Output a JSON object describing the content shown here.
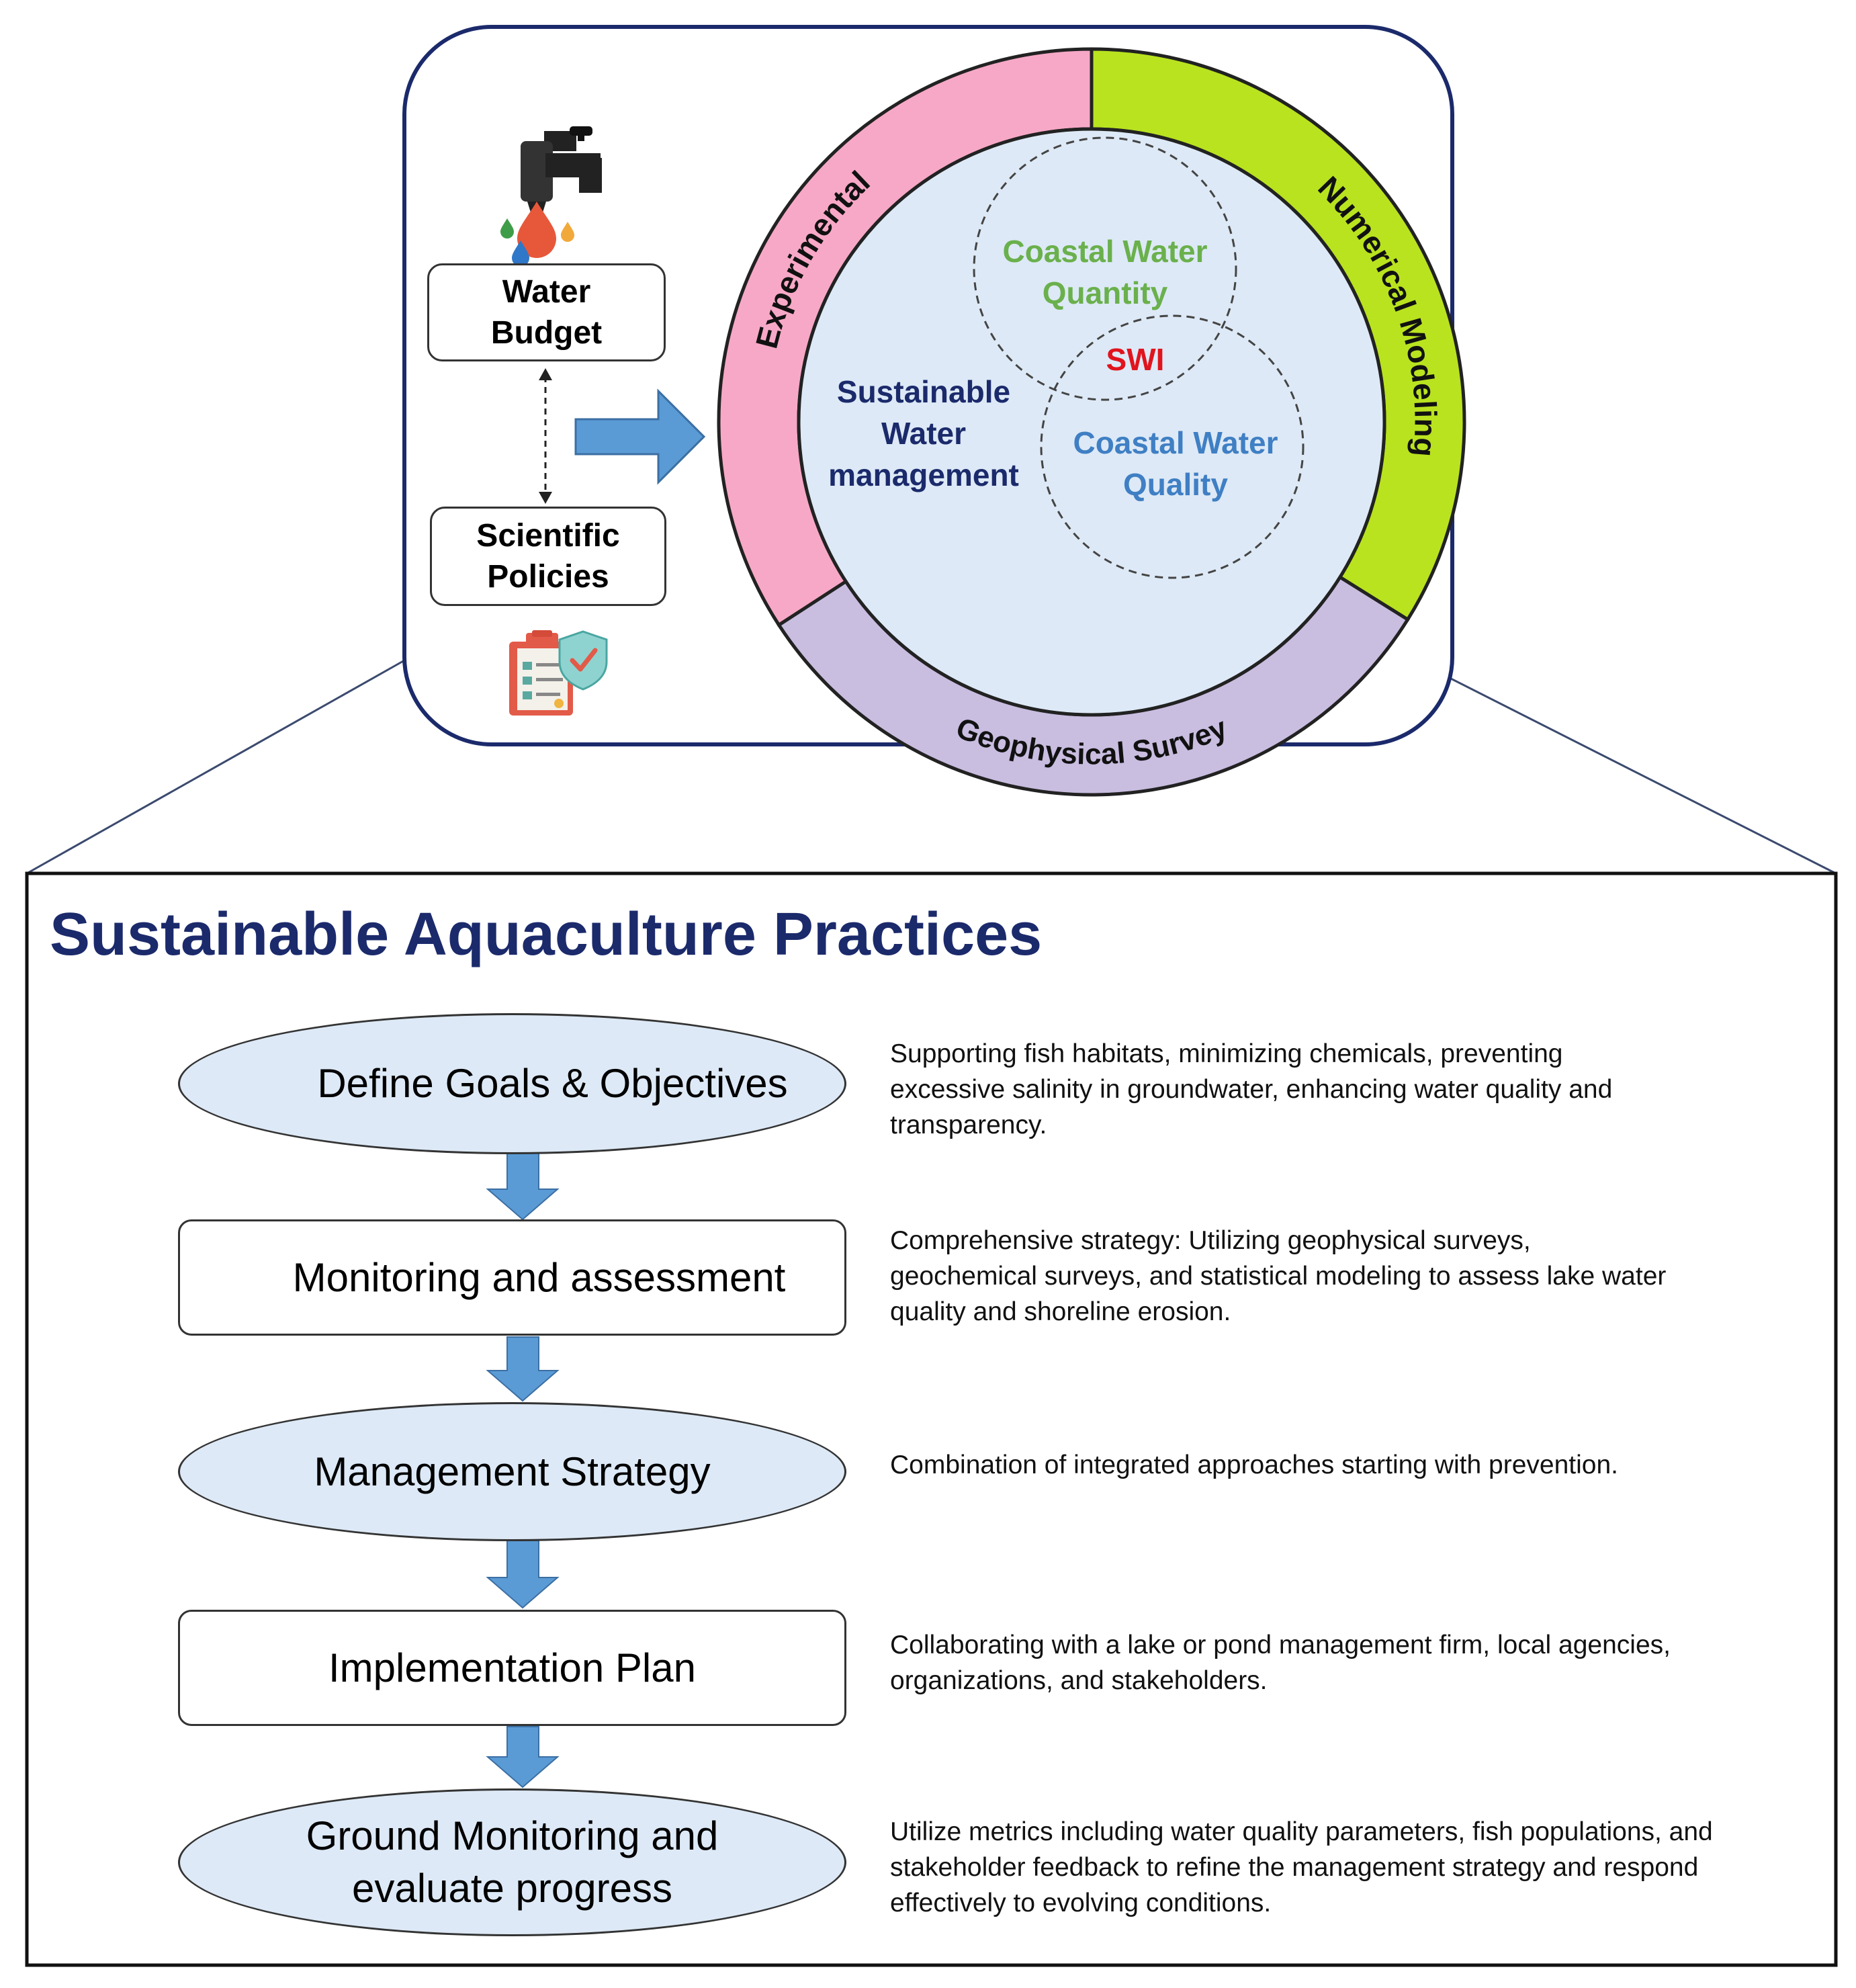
{
  "top_panel": {
    "water_budget": "Water\nBudget",
    "scientific_policies": "Scientific\nPolicies",
    "ring_labels": {
      "experimental": "Experimental",
      "numerical_modeling": "Numerical Modeling",
      "geophysical_survey": "Geophysical Survey"
    },
    "center": {
      "sustainable": "Sustainable\nWater\nmanagement",
      "quantity": "Coastal Water\nQuantity",
      "swi": "SWI",
      "quality": "Coastal Water\nQuality"
    },
    "colors": {
      "experimental": "#f7a8c6",
      "numerical": "#b9e31f",
      "geophysical": "#c9bde0",
      "inner": "#dde9f6",
      "frame": "#1b2a6b",
      "quantity_text": "#6ab04c",
      "quality_text": "#3f7fc4",
      "swi_text": "#e0141e",
      "arrow": "#5b9bd5"
    }
  },
  "bottom_panel": {
    "title": "Sustainable Aquaculture Practices",
    "steps": [
      {
        "label": "Define Goals & Objectives",
        "shape": "oval",
        "desc": "Supporting fish habitats, minimizing chemicals, preventing excessive salinity in groundwater, enhancing water quality and transparency."
      },
      {
        "label": "Monitoring and assessment",
        "shape": "rect",
        "desc": "Comprehensive strategy: Utilizing geophysical surveys, geochemical surveys, and statistical modeling to assess lake water quality and shoreline erosion."
      },
      {
        "label": "Management Strategy",
        "shape": "oval",
        "desc": "Combination of integrated approaches starting with prevention."
      },
      {
        "label": "Implementation Plan",
        "shape": "rect",
        "desc": "Collaborating with a lake or pond management firm, local agencies, organizations, and stakeholders."
      },
      {
        "label": "Ground Monitoring and evaluate progress",
        "shape": "oval",
        "desc": "Utilize metrics including water quality parameters, fish populations, and stakeholder feedback to refine the management strategy and respond effectively to evolving conditions."
      }
    ]
  }
}
